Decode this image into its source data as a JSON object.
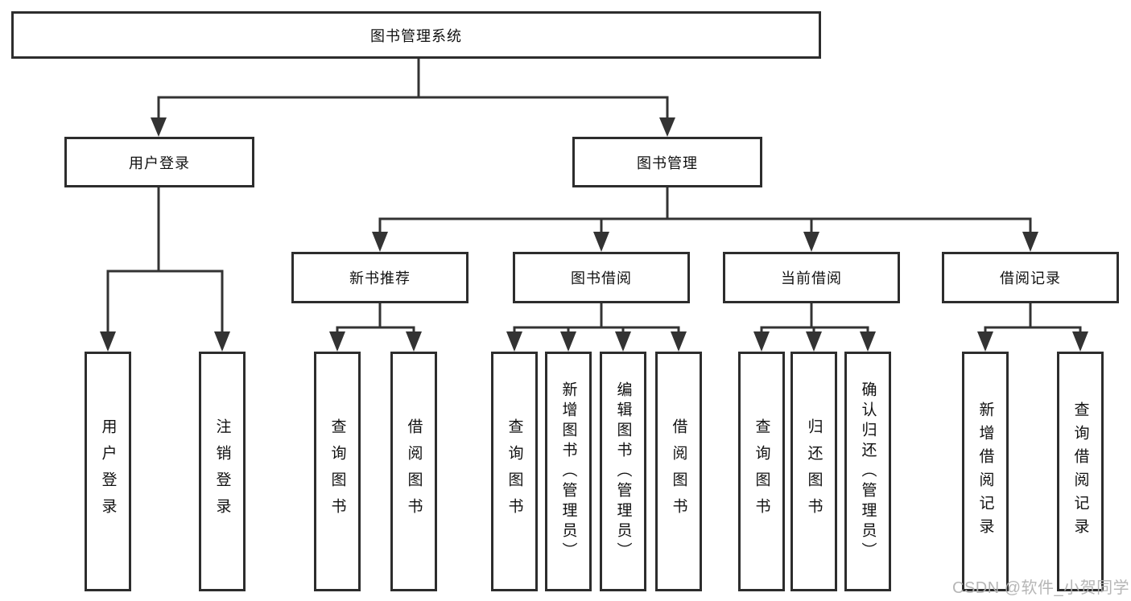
{
  "tree": {
    "root": {
      "label": "图书管理系统",
      "children": [
        {
          "label": "用户登录",
          "children": [
            {
              "label": "用户登录"
            },
            {
              "label": "注销登录"
            }
          ]
        },
        {
          "label": "图书管理",
          "children": [
            {
              "label": "新书推荐",
              "children": [
                {
                  "label": "查询图书"
                },
                {
                  "label": "借阅图书"
                }
              ]
            },
            {
              "label": "图书借阅",
              "children": [
                {
                  "label": "查询图书"
                },
                {
                  "label": "新增图书（管理员）"
                },
                {
                  "label": "编辑图书（管理员）"
                },
                {
                  "label": "借阅图书"
                }
              ]
            },
            {
              "label": "当前借阅",
              "children": [
                {
                  "label": "查询图书"
                },
                {
                  "label": "归还图书"
                },
                {
                  "label": "确认归还（管理员）"
                }
              ]
            },
            {
              "label": "借阅记录",
              "children": [
                {
                  "label": "新增借阅记录"
                },
                {
                  "label": "查询借阅记录"
                }
              ]
            }
          ]
        }
      ]
    }
  },
  "watermark": {
    "text": "CSDN @软件_小贺同学"
  },
  "colors": {
    "line": "#333333",
    "box_border": "#2d2d2d",
    "text": "#111111",
    "watermark": "#b2b2b2",
    "background": "#ffffff"
  }
}
